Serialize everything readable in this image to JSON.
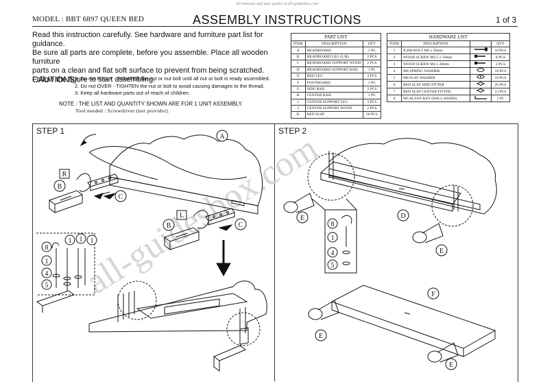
{
  "watermark_top": "All manuals and user guides at all-guidesbox.com",
  "header": {
    "model": "MODEL : BBT 6897 QUEEN BED",
    "title": "ASSEMBLY INSTRUCTIONS",
    "page": "1 of 3"
  },
  "intro": {
    "line1": "Read this instruction carefully. See hardware and furniture part list for guidance.",
    "line2": "Be sure all parts are complete, before you assemble. Place all wooden furniture",
    "line3": "parts on a clean and flat soft surface to prevent from being scratched.",
    "line4": "Follow the figure to start assembling."
  },
  "cautions": {
    "label": "CAUTIONS :",
    "items": [
      "1. Do not FULLY - TIGHTEN the nut or nut bolt until all nut or bolt is ready assembled.",
      "2. Do not OVER - TIGHTEN the nut or bolt to avoid causing damages to the thread.",
      "3. Keep all hardware parts out of reach of children."
    ]
  },
  "note": "NOTE : THE LIST AND QUANTITY SHOWN ARE FOR 1 UNIT ASSEMBLY.",
  "tool_needed": "Tool needed : Screwdriver (not provider).",
  "part_list": {
    "caption": "PART LIST",
    "headers": [
      "ITEM",
      "DESCRIPTION",
      "QTY"
    ],
    "rows": [
      [
        "A",
        "HEADBOARD",
        "1 PC"
      ],
      [
        "B",
        "HEADBOARD LEG (L/R)",
        "2 PCS"
      ],
      [
        "C",
        "HEADBOARD SUPPORT WOOD",
        "2 PCS"
      ],
      [
        "D",
        "HEADBOARD SUPPORT RAIL",
        "1 PC"
      ],
      [
        "E",
        "BED LEG",
        "4 PCS"
      ],
      [
        "F",
        "FOOTBOARD",
        "1 PC"
      ],
      [
        "G",
        "SIDE RAIL",
        "2 PCS"
      ],
      [
        "H",
        "CENTER RAIL",
        "1 PC"
      ],
      [
        "I",
        "CENTER SUPPORT LEG",
        "3 PCS"
      ],
      [
        "J",
        "CENTER SUPPORT WOOD",
        "2 PCS"
      ],
      [
        "K",
        "BED SLAT",
        "26 PCS"
      ]
    ]
  },
  "hardware_list": {
    "caption": "HARDWARE LIST",
    "headers": [
      "ITEM",
      "DESCRIPTION",
      "QTY"
    ],
    "rows": [
      [
        "1",
        "JCBB BOLT M8 x 50mm",
        "10 PCS"
      ],
      [
        "2",
        "WOOD SCREW M3.5 x 16mm",
        "8 PCS"
      ],
      [
        "3",
        "WOOD SCREW M4 x 20mm",
        "2 PCS"
      ],
      [
        "4",
        "M8 SPRING WASHER",
        "10 PCS"
      ],
      [
        "5",
        "M8 FLAT WASHER",
        "10 PCS"
      ],
      [
        "6",
        "BED SLAT SIDE FITTER",
        "26 PCS"
      ],
      [
        "7",
        "BED SLAT CENTER FITTER",
        "13 PCS"
      ],
      [
        "8",
        "M5 ALLEN KEY (BALL SHAPE)",
        "1 PC"
      ]
    ]
  },
  "steps": {
    "step1": {
      "label": "STEP 1",
      "labels": [
        "A",
        "B",
        "C",
        "B",
        "C"
      ],
      "boxed": [
        "R",
        "L"
      ],
      "hardware_callouts": [
        "8",
        "1",
        "1",
        "1",
        "1",
        "4",
        "5"
      ]
    },
    "step2": {
      "label": "STEP 2",
      "labels": [
        "E",
        "D",
        "E",
        "F",
        "E",
        "E"
      ],
      "hardware_callouts": [
        "8",
        "1",
        "4",
        "5"
      ]
    }
  },
  "watermark_diag": "all-guidesbox.com",
  "colors": {
    "ink": "#111111",
    "watermark": "#d6d6d6"
  }
}
